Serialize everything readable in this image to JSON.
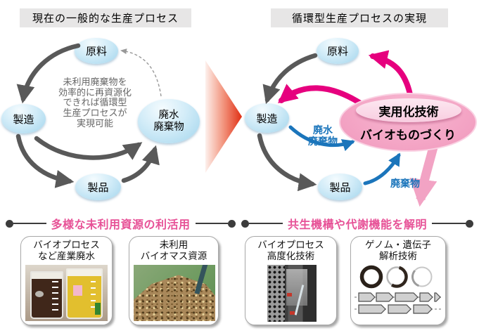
{
  "left_panel": {
    "title": "現在の一般的な生産プロセス",
    "nodes": {
      "raw": "原料",
      "manufacturing": "製造",
      "product": "製品",
      "waste": "廃水\n廃棄物"
    },
    "center_note": "未利用廃棄物を\n効率的に再資源化\nできれば循環型\n生産プロセスが\n実現可能"
  },
  "right_panel": {
    "title": "循環型生産プロセスの実現",
    "nodes": {
      "raw": "原料",
      "manufacturing": "製造",
      "product": "製品"
    },
    "tech_ellipse": {
      "top": "実用化技術",
      "bottom": "バイオものづくり"
    },
    "flow_labels": {
      "wastewater": "廃水\n廃棄物",
      "waste": "廃棄物"
    }
  },
  "bottom_left": {
    "heading": "多様な未利用資源の利活用",
    "cards": [
      {
        "label": "バイオプロセス\nなど産業廃水",
        "image": "beakers-photo"
      },
      {
        "label": "未利用\nバイオマス資源",
        "image": "biomass-photo"
      }
    ]
  },
  "bottom_right": {
    "heading": "共生機構や代謝機能を解明",
    "cards": [
      {
        "label": "バイオプロセス\n高度化技術",
        "image": "bioreactor-photo"
      },
      {
        "label": "ゲノム・遺伝子\n解析技術",
        "image": "genome-diagram"
      }
    ]
  },
  "colors": {
    "heading_pink": "#e75297",
    "magenta_arrow": "#e6007e",
    "blue_arrow": "#1b75bb",
    "gray_arrow": "#595959",
    "node_blue": "#cfeaf7",
    "tech_ellipse_pink": "#f3a2c3",
    "red_transform_arrow": "#e02f14",
    "title_bg": "#e7e6e6"
  }
}
